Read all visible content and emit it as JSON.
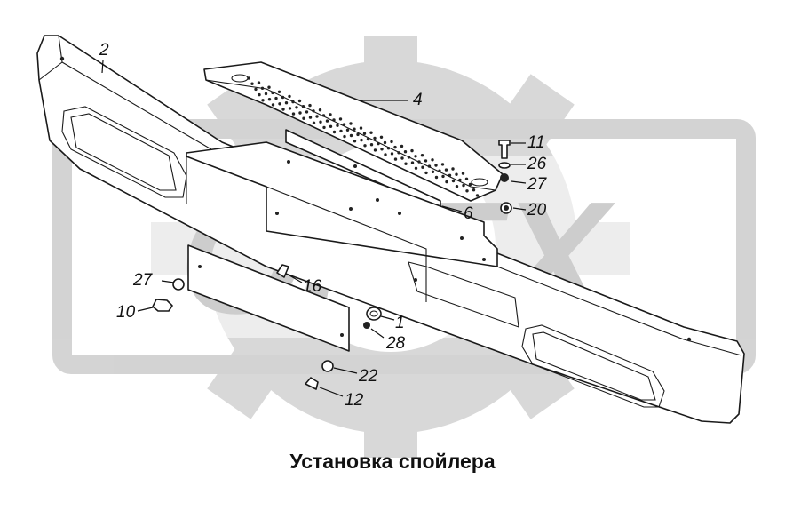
{
  "caption": "Установка спойлера",
  "watermark": {
    "text": "OPEX",
    "color": "#c8c8c8"
  },
  "callouts": [
    {
      "id": "2",
      "label": "2"
    },
    {
      "id": "4",
      "label": "4"
    },
    {
      "id": "11",
      "label": "11"
    },
    {
      "id": "26",
      "label": "26"
    },
    {
      "id": "27a",
      "label": "27"
    },
    {
      "id": "6",
      "label": "6"
    },
    {
      "id": "20",
      "label": "20"
    },
    {
      "id": "27b",
      "label": "27"
    },
    {
      "id": "16",
      "label": "16"
    },
    {
      "id": "10",
      "label": "10"
    },
    {
      "id": "1",
      "label": "1"
    },
    {
      "id": "28",
      "label": "28"
    },
    {
      "id": "22",
      "label": "22"
    },
    {
      "id": "12",
      "label": "12"
    }
  ]
}
